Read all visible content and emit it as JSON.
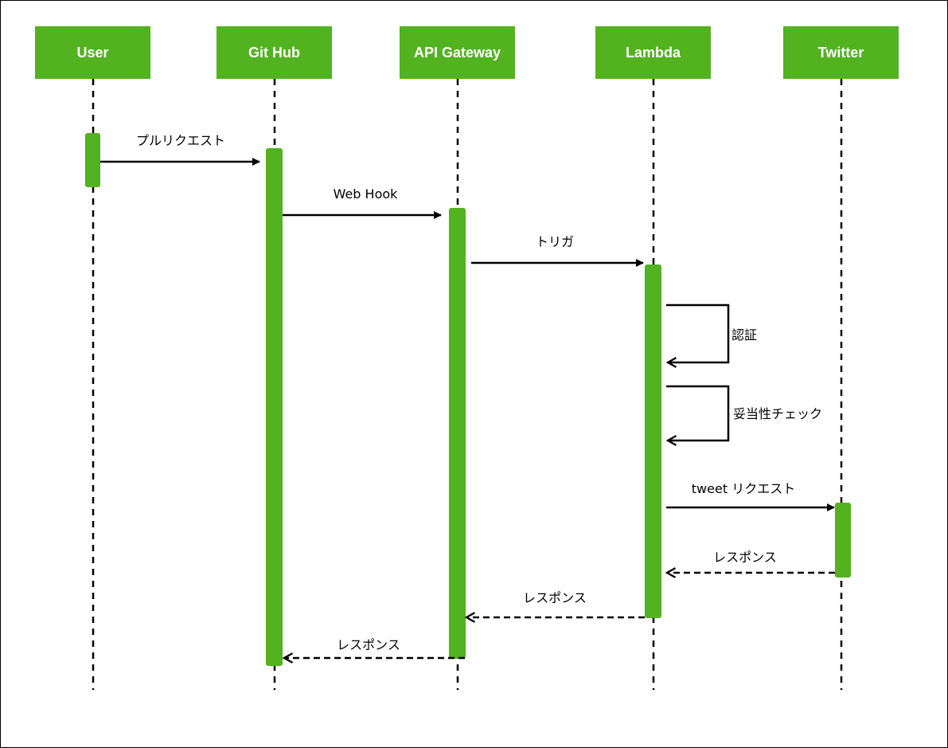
{
  "colors": {
    "green": "#52b220",
    "line": "#000000",
    "border": "#000000",
    "background": "#ffffff"
  },
  "participants": [
    {
      "id": "user",
      "label": "User"
    },
    {
      "id": "github",
      "label": "Git Hub"
    },
    {
      "id": "apigw",
      "label": "API Gateway"
    },
    {
      "id": "lambda",
      "label": "Lambda"
    },
    {
      "id": "twitter",
      "label": "Twitter"
    }
  ],
  "messages": [
    {
      "id": "m1",
      "from": "user",
      "to": "github",
      "label": "プルリクエスト",
      "kind": "sync"
    },
    {
      "id": "m2",
      "from": "github",
      "to": "apigw",
      "label": "Web Hook",
      "kind": "sync"
    },
    {
      "id": "m3",
      "from": "apigw",
      "to": "lambda",
      "label": "トリガ",
      "kind": "sync"
    },
    {
      "id": "m4",
      "from": "lambda",
      "to": "lambda",
      "label": "認証",
      "kind": "self"
    },
    {
      "id": "m5",
      "from": "lambda",
      "to": "lambda",
      "label": "妥当性チェック",
      "kind": "self"
    },
    {
      "id": "m6",
      "from": "lambda",
      "to": "twitter",
      "label": "tweet リクエスト",
      "kind": "sync"
    },
    {
      "id": "m7",
      "from": "twitter",
      "to": "lambda",
      "label": "レスポンス",
      "kind": "return"
    },
    {
      "id": "m8",
      "from": "lambda",
      "to": "apigw",
      "label": "レスポンス",
      "kind": "return"
    },
    {
      "id": "m9",
      "from": "apigw",
      "to": "github",
      "label": "レスポンス",
      "kind": "return"
    }
  ]
}
